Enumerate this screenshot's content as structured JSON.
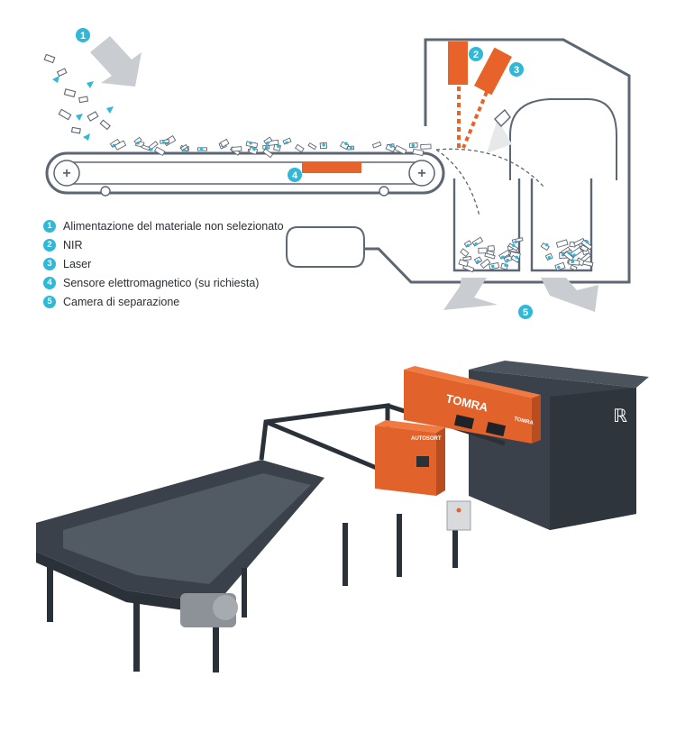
{
  "colors": {
    "accent_blue": "#2fb8d8",
    "accent_orange": "#e8632a",
    "line_gray": "#5d6673",
    "arrow_gray": "#c9ccd0",
    "machine_dark": "#3a414a",
    "machine_orange": "#e2622b"
  },
  "legend": [
    {
      "num": "1",
      "label": "Alimentazione del materiale non selezionato"
    },
    {
      "num": "2",
      "label": "NIR"
    },
    {
      "num": "3",
      "label": "Laser"
    },
    {
      "num": "4",
      "label": "Sensore elettromagnetico (su richiesta)"
    },
    {
      "num": "5",
      "label": "Camera di separazione"
    }
  ],
  "markers": [
    "1",
    "2",
    "3",
    "4",
    "5"
  ],
  "machine": {
    "brand_main": "TOMRA",
    "brand_small": "TOMRA",
    "product": "AUTOSORT"
  }
}
